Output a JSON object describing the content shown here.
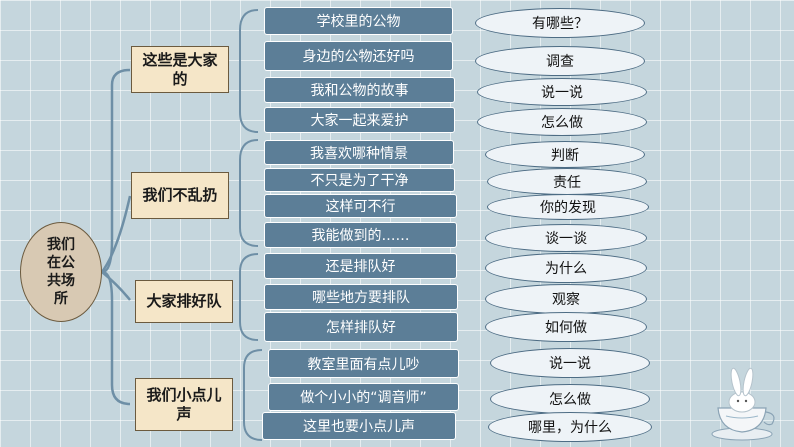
{
  "root": {
    "label": "我们在公共场所"
  },
  "topics": [
    {
      "label": "这些是大家的",
      "lessons": [
        {
          "title": "学校里的公物",
          "question": "有哪些？"
        },
        {
          "title": "身边的公物还好吗",
          "question": "调查"
        },
        {
          "title": "我和公物的故事",
          "question": "说一说"
        },
        {
          "title": "大家一起来爱护",
          "question": "怎么做"
        }
      ]
    },
    {
      "label": "我们不乱扔",
      "lessons": [
        {
          "title": "我喜欢哪种情景",
          "question": "判断"
        },
        {
          "title": "不只是为了干净",
          "question": "责任"
        },
        {
          "title": "这样可不行",
          "question": "你的发现"
        },
        {
          "title": "我能做到的……",
          "question": "谈一谈"
        }
      ]
    },
    {
      "label": "大家排好队",
      "lessons": [
        {
          "title": "还是排队好",
          "question": "为什么"
        },
        {
          "title": "哪些地方要排队",
          "question": "观察"
        },
        {
          "title": "怎样排队好",
          "question": "如何做"
        }
      ]
    },
    {
      "label": "我们小点儿声",
      "lessons": [
        {
          "title": "教室里面有点儿吵",
          "question": "说一说"
        },
        {
          "title": "做个小小的“调音师”",
          "question": "怎么做"
        },
        {
          "title": "这里也要小点儿声",
          "question": "哪里，为什么"
        }
      ]
    }
  ],
  "colors": {
    "background": "#c5d6dd",
    "lesson_fill": "#5c7e97",
    "topic_fill": "#f5e6c8",
    "question_fill": "#eef3f7",
    "connector": "#6e8fa6"
  },
  "decoration": {
    "icon": "rabbit-teacup-icon"
  }
}
